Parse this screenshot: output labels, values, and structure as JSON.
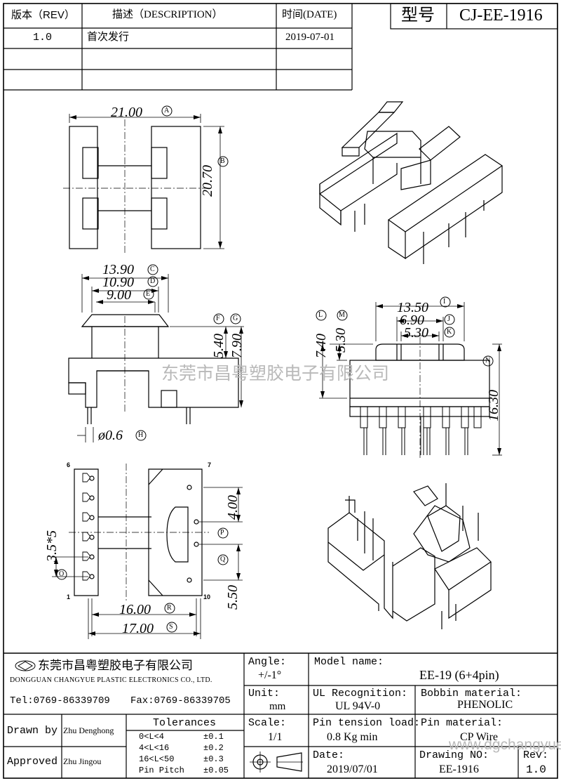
{
  "revision_table": {
    "headers": {
      "rev": "版本（REV）",
      "description": "描述（DESCRIPTION）",
      "date": "时间(DATE)"
    },
    "rows": [
      {
        "rev": "1.0",
        "description": "首次发行",
        "date": "2019-07-01"
      }
    ]
  },
  "model_box": {
    "label": "型号",
    "value": "CJ-EE-1916"
  },
  "dims": {
    "A": {
      "value": "21.00",
      "letter": "A"
    },
    "B": {
      "value": "20.70",
      "letter": "B"
    },
    "C": {
      "value": "13.90",
      "letter": "C"
    },
    "D": {
      "value": "10.90",
      "letter": "D"
    },
    "E": {
      "value": "9.00",
      "letter": "E"
    },
    "F": {
      "value": "5.40",
      "letter": "F"
    },
    "G": {
      "value": "7.90",
      "letter": "G"
    },
    "H": {
      "value": "ø0.6",
      "letter": "H"
    },
    "I": {
      "value": "13.50",
      "letter": "I"
    },
    "J": {
      "value": "6.90",
      "letter": "J"
    },
    "K": {
      "value": "5.30",
      "letter": "K"
    },
    "L": {
      "value": "7.40",
      "letter": "L"
    },
    "M": {
      "value": "5.30",
      "letter": "M"
    },
    "N": {
      "value": "16.30",
      "letter": "N"
    },
    "O": {
      "value": "3.5*5",
      "letter": "O"
    },
    "P": {
      "value": "4.00",
      "letter": "P"
    },
    "Q": {
      "value": "5.50",
      "letter": "Q"
    },
    "R": {
      "value": "16.00",
      "letter": "R"
    },
    "S": {
      "value": "17.00",
      "letter": "S"
    }
  },
  "pin_labels": {
    "p6": "6",
    "p7": "7",
    "p1": "1",
    "p10": "10"
  },
  "watermark": {
    "text": "东莞市昌粤塑胶电子有限公司",
    "url": "www.dgchangyue.net"
  },
  "title_block": {
    "company_cn": "东莞市昌粤塑胶电子有限公司",
    "company_en": "DONGGUAN CHANGYUE PLASTIC ELECTRONICS CO., LTD.",
    "tel": "Tel:0769-86339709",
    "fax": "Fax:0769-86339705",
    "angle_label": "Angle:",
    "angle_value": "+/-1°",
    "unit_label": "Unit:",
    "unit_value": "mm",
    "scale_label": "Scale:",
    "scale_value": "1/1",
    "model_name_label": "Model name:",
    "model_name_value": "EE-19  (6+4pin)",
    "ul_label": "UL Recognition:",
    "ul_value": "UL 94V-0",
    "bobbin_label": "Bobbin material:",
    "bobbin_value": "PHENOLIC",
    "pin_tension_label": "Pin tension load:",
    "pin_tension_value": "0.8 Kg min",
    "pin_material_label": "Pin material:",
    "pin_material_value": "CP Wire",
    "date_label": "Date:",
    "date_value": "2019/07/01",
    "drawing_no_label": "Drawing NO:",
    "drawing_no_value": "EE-1916",
    "rev_label": "Rev:",
    "rev_value": "1.0",
    "drawn_by_label": "Drawn by",
    "drawn_by_value": "Zhu Denghong",
    "approved_label": "Approved",
    "approved_value": "Zhu    Jingou",
    "tolerances_title": "Tolerances",
    "tolerances": [
      {
        "range": "0<L<4",
        "value": "±0.1"
      },
      {
        "range": "4<L<16",
        "value": "±0.2"
      },
      {
        "range": "16<L<50",
        "value": "±0.3"
      },
      {
        "range": "Pin Pitch",
        "value": "±0.05"
      }
    ]
  }
}
